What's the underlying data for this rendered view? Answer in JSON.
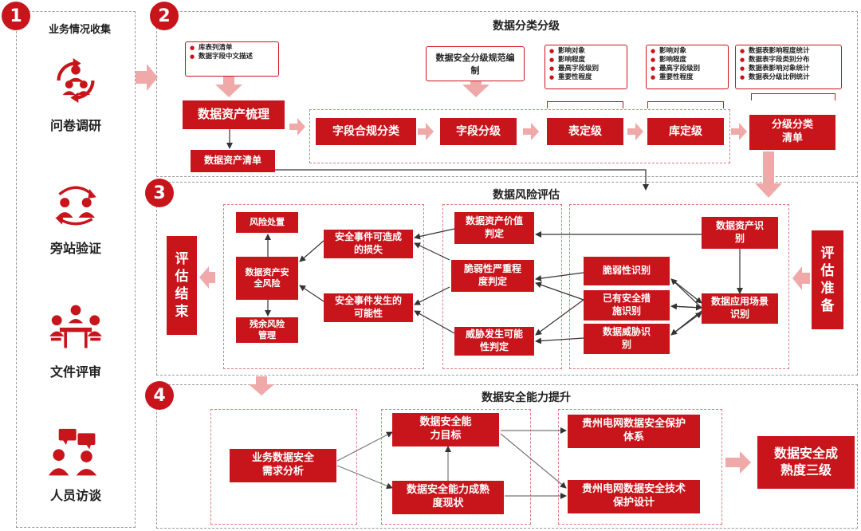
{
  "colors": {
    "accent": "#c8141b",
    "light_arrow": "#f0a9a9",
    "dash": "#9a9a9a"
  },
  "left": {
    "number": "1",
    "title": "业务情况收集",
    "items": [
      {
        "icon": "questionnaire-people-icon",
        "label": "问卷调研"
      },
      {
        "icon": "exchange-people-icon",
        "label": "旁站验证"
      },
      {
        "icon": "meeting-table-icon",
        "label": "文件评审"
      },
      {
        "icon": "interview-chat-icon",
        "label": "人员访谈"
      }
    ]
  },
  "s2": {
    "number": "2",
    "title": "数据分类分级",
    "asset_list_note": [
      "库表列清单",
      "数据字段中文描述"
    ],
    "spec_note": "数据安全分级规范编制",
    "table_note": [
      "影响对象",
      "影响程度",
      "最高字段级别",
      "重要性程度"
    ],
    "lib_note": [
      "影响对象",
      "影响程度",
      "最高字段级别",
      "重要性程度"
    ],
    "stats_note": [
      "数据表影响程度统计",
      "数据表字段类别分布",
      "数据表影响对象统计",
      "数据表分级比例统计"
    ],
    "asset_sort": "数据资产梳理",
    "asset_inventory": "数据资产清单",
    "field_compliance": "字段合规分类",
    "field_grading": "字段分级",
    "table_grading": "表定级",
    "lib_grading": "库定级",
    "grading_list": "分级分类清单"
  },
  "s3": {
    "number": "3",
    "title": "数据风险评估",
    "eval_end": "评估结束",
    "eval_prep": "评估准备",
    "risk_handle": "风险处置",
    "data_asset_risk": "数据资产安全风险",
    "residual_risk": "残余风险管理",
    "event_loss": "安全事件可造成的损失",
    "event_possibility": "安全事件发生的可能性",
    "value_judge": "数据资产价值判定",
    "vuln_judge": "脆弱性严重程度判定",
    "threat_judge": "威胁发生可能性判定",
    "asset_identify": "数据资产识别",
    "vuln_identify": "脆弱性识别",
    "existing_measures": "已有安全措施识别",
    "threat_identify": "数据威胁识别",
    "scene_identify": "数据应用场景识别"
  },
  "s4": {
    "number": "4",
    "title": "数据安全能力提升",
    "needs_analysis": "业务数据安全需求分析",
    "capability_goal": "数据安全能力目标",
    "maturity_status": "数据安全能力成熟度现状",
    "protection_system": "贵州电网数据安全保护体系",
    "tech_design": "贵州电网数据安全技术保护设计",
    "maturity_level": "数据安全成熟度三级"
  }
}
